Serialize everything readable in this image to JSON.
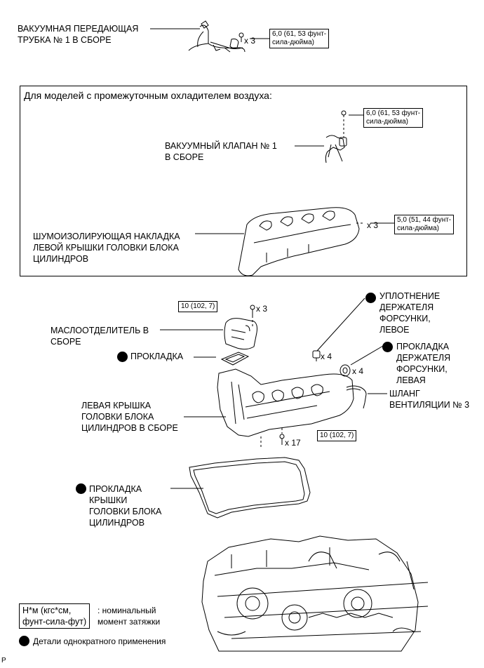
{
  "top": {
    "vacuum_tube": "ВАКУУМНАЯ ПЕРЕДАЮЩАЯ\nТРУБКА № 1 В СБОРЕ",
    "qty_tube": "x 3",
    "torque_tube": "6,0 (61, 53 фунт-\nсила-дюйма)"
  },
  "intercooler_section": {
    "heading": "Для моделей с промежуточным охладителем воздуха:",
    "valve_torque": "6,0 (61, 53 фунт-\nсила-дюйма)",
    "valve_label": "ВАКУУМНЫЙ КЛАПАН № 1\nВ СБОРЕ",
    "insulator_label": "ШУМОИЗОЛИРУЮЩАЯ НАКЛАДКА\nЛЕВОЙ КРЫШКИ ГОЛОВКИ БЛОКА\nЦИЛИНДРОВ",
    "insulator_qty": "x 3",
    "insulator_torque": "5,0 (51, 44 фунт-\nсила-дюйма)"
  },
  "cover_section": {
    "separator_torque": "10 (102, 7)",
    "separator_qty": "x 3",
    "separator_label": "МАСЛООТДЕЛИТЕЛЬ В\nСБОРЕ",
    "gasket_label": "ПРОКЛАДКА",
    "injector_seal_label": "УПЛОТНЕНИЕ\nДЕРЖАТЕЛЯ\nФОРСУНКИ,\nЛЕВОЕ",
    "injector_seal_qty": "x 4",
    "injector_gasket_label": "ПРОКЛАДКА\nДЕРЖАТЕЛЯ\nФОРСУНКИ,\nЛЕВАЯ",
    "injector_gasket_qty": "x 4",
    "hose_label": "ШЛАНГ\nВЕНТИЛЯЦИИ № 3",
    "cover_label": "ЛЕВАЯ КРЫШКА\nГОЛОВКИ БЛОКА\nЦИЛИНДРОВ В СБОРЕ",
    "cover_qty": "x 17",
    "cover_torque": "10 (102, 7)",
    "cover_gasket_label": "ПРОКЛАДКА\nКРЫШКИ\nГОЛОВКИ БЛОКА\nЦИЛИНДРОВ"
  },
  "legend": {
    "unit_box": "Н*м (кгс*см,\nфунт-сила-фут)",
    "unit_desc": ": номинальный\nмомент затяжки",
    "non_reusable": "Детали однократного применения"
  },
  "corner_mark": "P"
}
